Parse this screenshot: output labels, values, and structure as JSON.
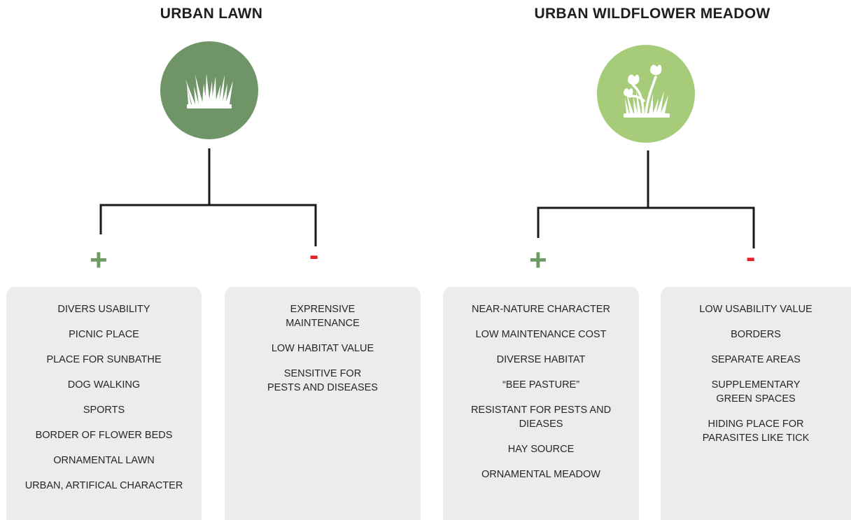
{
  "lawn": {
    "title": "URBAN LAWN",
    "icon": "grass-icon",
    "color": "#6e9467",
    "plus_sign": "+",
    "minus_sign": "-",
    "pros": [
      "DIVERS USABILITY",
      "PICNIC PLACE",
      "PLACE FOR SUNBATHE",
      "DOG WALKING",
      "SPORTS",
      "BORDER OF FLOWER BEDS",
      "ORNAMENTAL LAWN",
      "URBAN, ARTIFICAL CHARACTER"
    ],
    "cons": [
      "EXPRENSIVE\nMAINTENANCE",
      "LOW HABITAT VALUE",
      "SENSITIVE FOR\nPESTS AND  DISEASES"
    ]
  },
  "meadow": {
    "title": "URBAN WILDFLOWER MEADOW",
    "icon": "wildflower-icon",
    "color": "#a6cc79",
    "plus_sign": "+",
    "minus_sign": "-",
    "pros": [
      "NEAR-NATURE CHARACTER",
      "LOW MAINTENANCE COST",
      "DIVERSE HABITAT",
      "“BEE PASTURE”",
      "RESISTANT FOR PESTS AND\nDIEASES",
      "HAY SOURCE",
      "ORNAMENTAL MEADOW"
    ],
    "cons": [
      "LOW USABILITY VALUE",
      "BORDERS",
      "SEPARATE AREAS",
      "SUPPLEMENTARY\nGREEN SPACES",
      "HIDING PLACE FOR\nPARASITES LIKE TICK"
    ]
  },
  "colors": {
    "plus": "#6f9a62",
    "minus": "#e8202a",
    "box": "#ececec",
    "connector": "#1a1a1a"
  }
}
